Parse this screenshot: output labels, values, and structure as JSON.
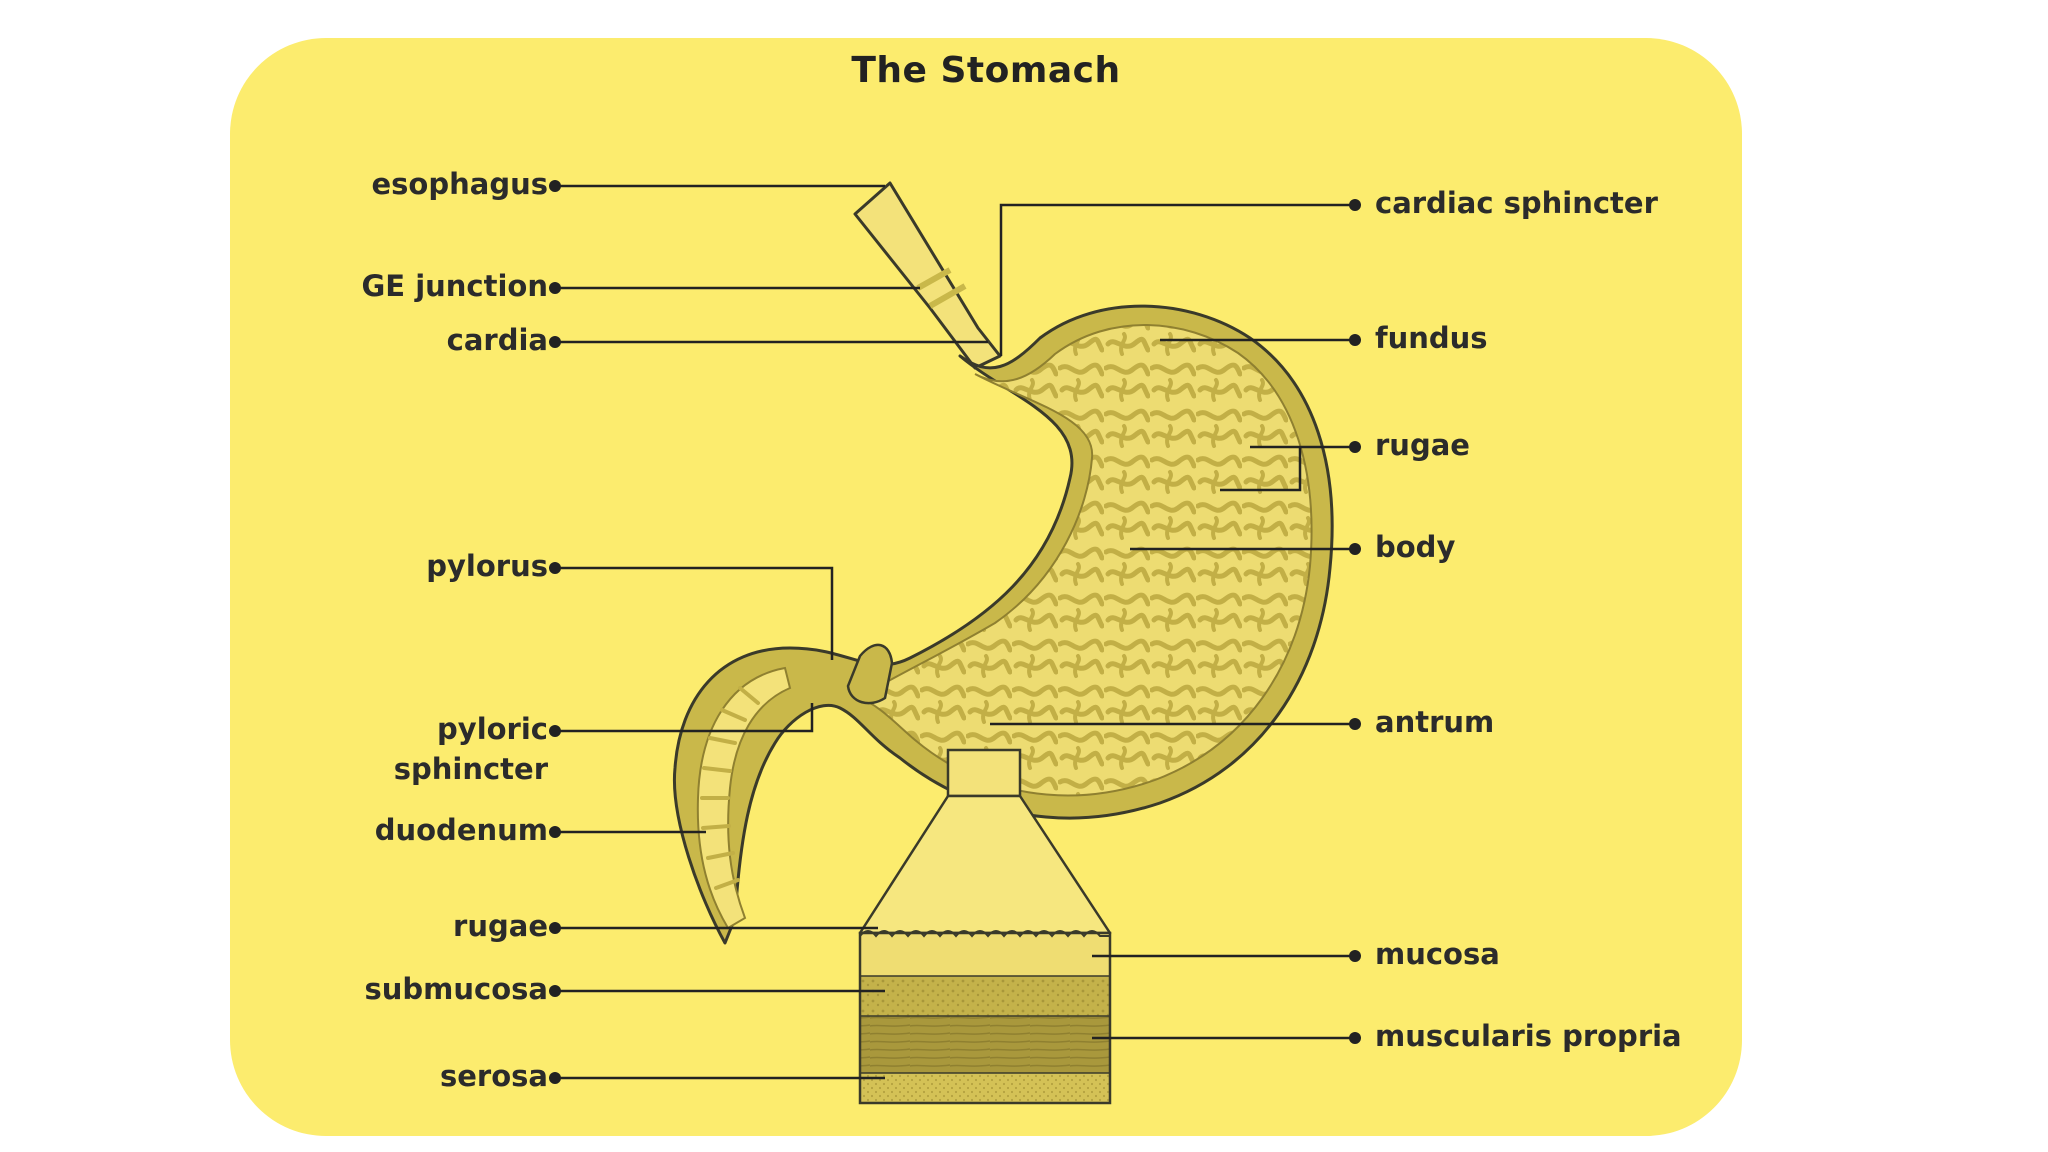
{
  "title": "The Stomach",
  "labels_left": {
    "esophagus": "esophagus",
    "ge_junction": "GE junction",
    "cardia": "cardia",
    "pylorus": "pylorus",
    "pyloric_sphincter_line1": "pyloric",
    "pyloric_sphincter_line2": "sphincter",
    "duodenum": "duodenum",
    "rugae": "rugae",
    "submucosa": "submucosa",
    "serosa": "serosa"
  },
  "labels_right": {
    "cardiac_sphincter": "cardiac sphincter",
    "fundus": "fundus",
    "rugae": "rugae",
    "body": "body",
    "antrum": "antrum",
    "mucosa": "mucosa",
    "muscularis_propria": "muscularis propria"
  },
  "colors": {
    "background": "#fcec6e",
    "outline": "#3a3a2a",
    "wall": "#c9b84a",
    "inner": "#f3e27a",
    "rugae_fold": "#b8a640"
  }
}
